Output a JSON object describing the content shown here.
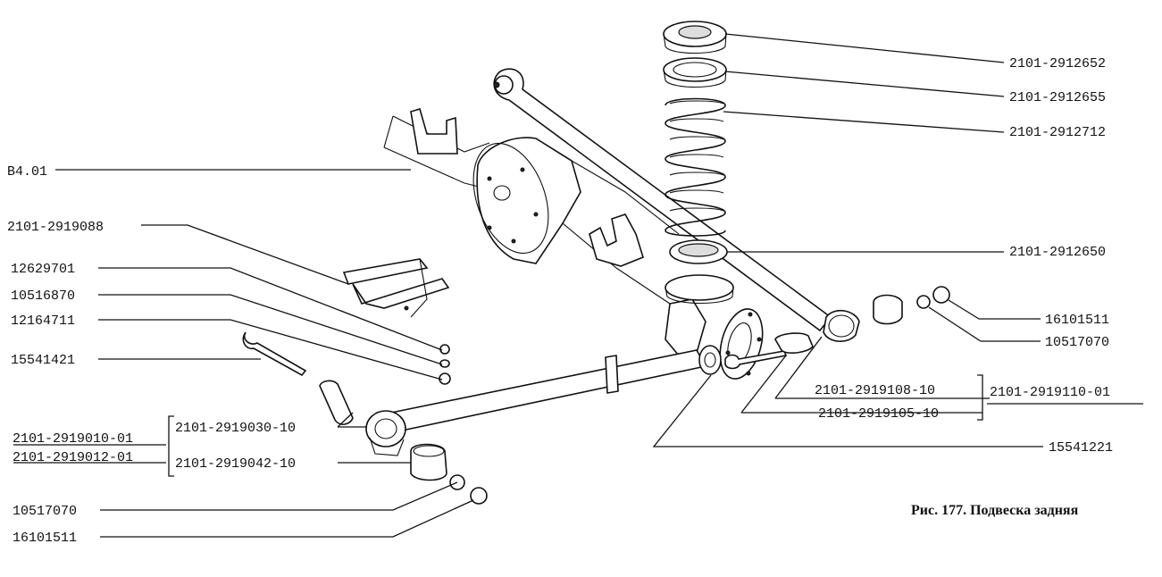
{
  "caption": "Рис. 177. Подвеска задняя",
  "labels": {
    "p2912652": "2101-2912652",
    "p2912655": "2101-2912655",
    "p2912712": "2101-2912712",
    "pB401": "B4.01",
    "p2919088": "2101-2919088",
    "p2912650": "2101-2912650",
    "p12629701": "12629701",
    "p10516870": "10516870",
    "p12164711": "12164711",
    "p16101511_right": "16101511",
    "p10517070_right": "10517070",
    "p15541421": "15541421",
    "p2919108": "2101-2919108-10",
    "p2919110": "2101-2919110-01",
    "p2919105": "2101-2919105-10",
    "p2919010": "2101-2919010-01",
    "p2919030": "2101-2919030-10",
    "p2919012": "2101-2919012-01",
    "p2919042": "2101-2919042-10",
    "p15541221": "15541221",
    "p10517070_left": "10517070",
    "p16101511_left": "16101511"
  }
}
